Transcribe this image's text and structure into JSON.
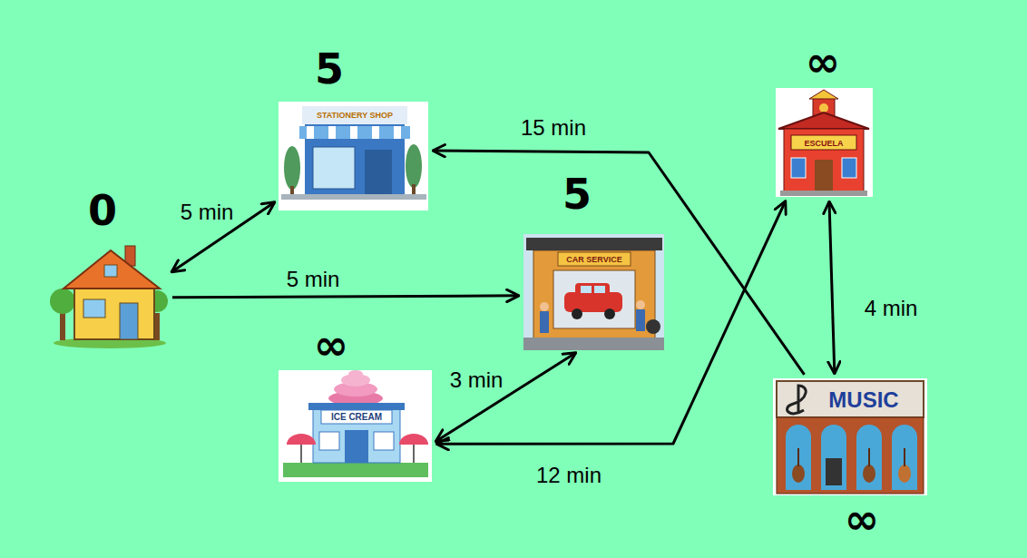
{
  "diagram": {
    "nodes": [
      {
        "text": [
          "0"
        ]
      },
      {
        "text": [
          "5",
          "STATIONERY SHOP"
        ]
      },
      {
        "text": [
          "5",
          "CAR SERVICE"
        ]
      },
      {
        "text": [
          "∞",
          "ICE CREAM"
        ]
      },
      {
        "text": [
          "∞",
          "ESCUELA"
        ]
      },
      {
        "text": [
          "∞",
          "MUSIC"
        ]
      }
    ],
    "edges": [
      {
        "from": 0,
        "to": 1,
        "label": "5 min",
        "arrow": "both"
      },
      {
        "from": 0,
        "to": 2,
        "label": "5 min",
        "arrow": "to"
      },
      {
        "from": 5,
        "to": 1,
        "label": "15 min",
        "arrow": "to"
      },
      {
        "from": 3,
        "to": 2,
        "label": "3 min",
        "arrow": "both"
      },
      {
        "from": 3,
        "to": 4,
        "label": "12 min",
        "arrow": "both"
      },
      {
        "from": 4,
        "to": 5,
        "label": "4 min",
        "arrow": "both"
      }
    ]
  }
}
